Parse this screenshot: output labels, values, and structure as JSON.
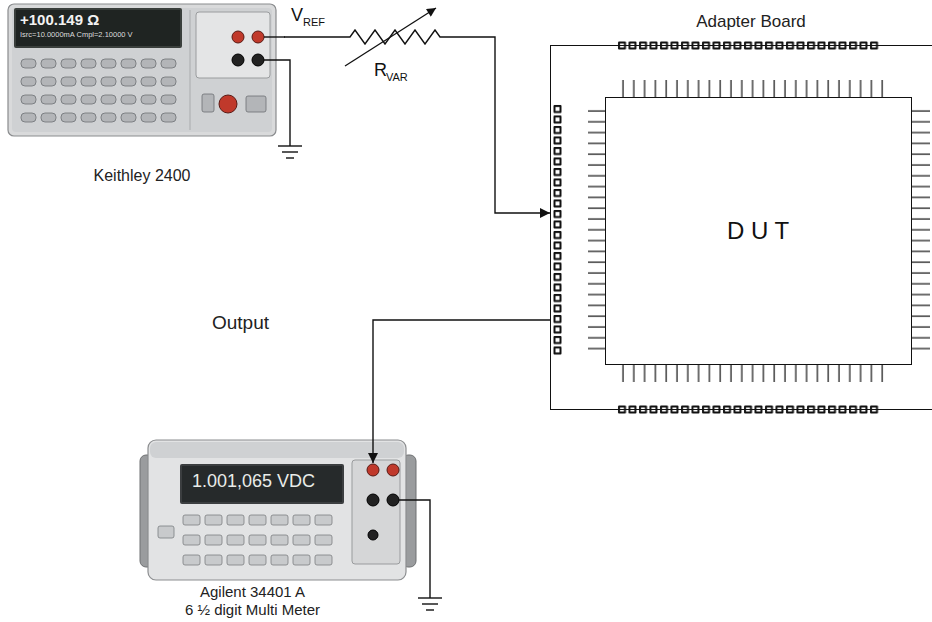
{
  "diagram": {
    "nodes": [
      {
        "text": [
          "Keithley 2400"
        ]
      },
      {
        "text": [
          "Adapter Board"
        ]
      },
      {
        "text": [
          "D U T"
        ],
        "in": 1
      },
      {
        "text": [
          "Agilent 34401 A",
          "6 ½ digit Multi Meter"
        ]
      }
    ],
    "edges": [
      {
        "from": 0,
        "to": 1,
        "arrow": "to"
      },
      {
        "from": 1,
        "to": 3,
        "arrow": "to"
      }
    ],
    "labels": [
      "+100.149 Ω",
      "Isrc=10.0000mA Cmpl=2.10000 V",
      "V",
      "REF",
      "R",
      "VAR",
      "Output",
      "1.001,065 VDC"
    ]
  }
}
